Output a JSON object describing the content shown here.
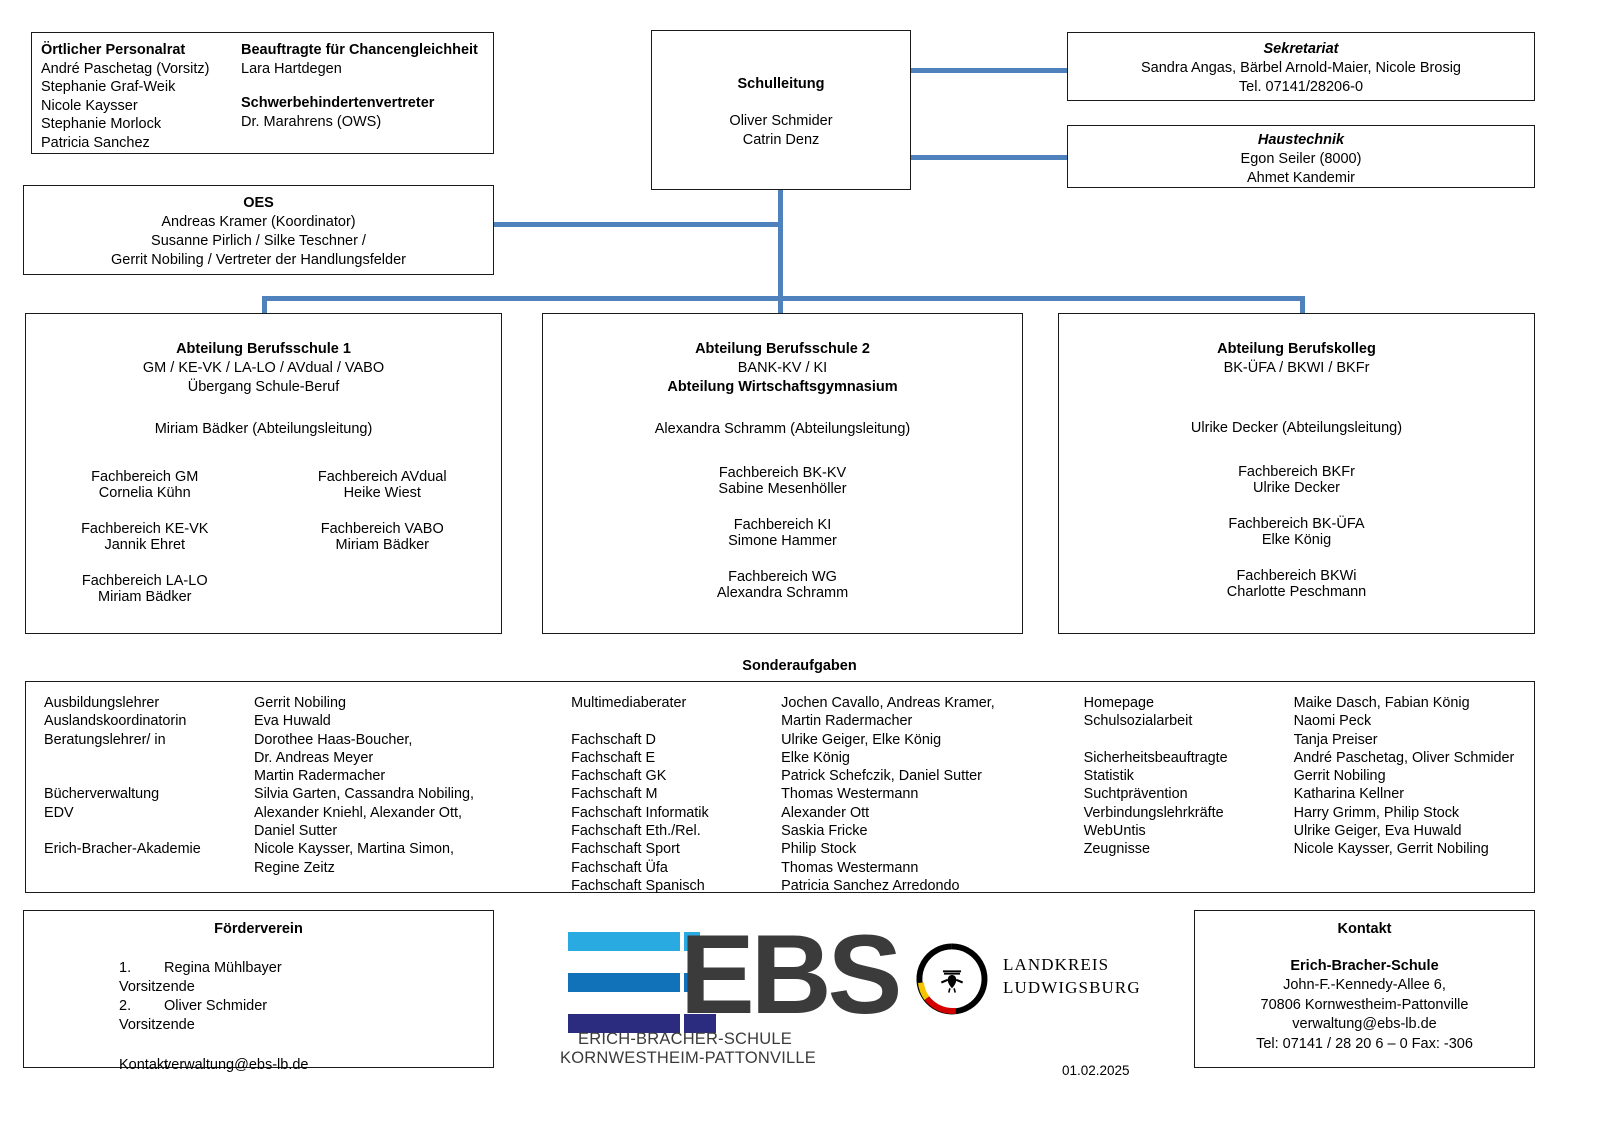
{
  "personalrat": {
    "col1_title": "Örtlicher Personalrat",
    "col1_members": [
      "André Paschetag (Vorsitz)",
      "Stephanie Graf-Weik",
      "Nicole Kaysser",
      "Stephanie Morlock",
      "Patricia Sanchez"
    ],
    "col2_title_a": "Beauftragte für Chancengleichheit",
    "col2_members_a": [
      "Lara Hartdegen"
    ],
    "col2_title_b": "Schwerbehindertenvertreter",
    "col2_members_b": [
      "Dr. Marahrens (OWS)"
    ]
  },
  "oes": {
    "title": "OES",
    "lines": [
      "Andreas Kramer (Koordinator)",
      "Susanne Pirlich / Silke Teschner /",
      "Gerrit Nobiling / Vertreter der Handlungsfelder"
    ]
  },
  "schulleitung": {
    "title": "Schulleitung",
    "people": [
      "Oliver Schmider",
      "Catrin Denz"
    ]
  },
  "sekretariat": {
    "title": "Sekretariat",
    "people": "Sandra Angas, Bärbel Arnold-Maier, Nicole Brosig",
    "phone": "Tel. 07141/28206-0"
  },
  "haustechnik": {
    "title": "Haustechnik",
    "people": [
      "Egon Seiler (8000)",
      "Ahmet Kandemir"
    ]
  },
  "abteilung1": {
    "title": "Abteilung Berufsschule 1",
    "sub1": "GM / KE-VK / LA-LO / AVdual / VABO",
    "sub2": "Übergang Schule-Beruf",
    "lead": "Miriam Bädker (Abteilungsleitung)",
    "left_fields": [
      {
        "name": "Fachbereich GM",
        "person": "Cornelia Kühn"
      },
      {
        "name": "Fachbereich KE-VK",
        "person": "Jannik Ehret"
      },
      {
        "name": "Fachbereich LA-LO",
        "person": "Miriam Bädker"
      }
    ],
    "right_fields": [
      {
        "name": "Fachbereich AVdual",
        "person": "Heike Wiest"
      },
      {
        "name": "Fachbereich VABO",
        "person": "Miriam Bädker"
      }
    ]
  },
  "abteilung2": {
    "title": "Abteilung Berufsschule 2",
    "sub1": "BANK-KV / KI",
    "sub2": "Abteilung Wirtschaftsgymnasium",
    "lead": "Alexandra Schramm (Abteilungsleitung)",
    "fields": [
      {
        "name": "Fachbereich BK-KV",
        "person": "Sabine Mesenhöller"
      },
      {
        "name": "Fachbereich KI",
        "person": "Simone Hammer"
      },
      {
        "name": "Fachbereich WG",
        "person": "Alexandra Schramm"
      }
    ]
  },
  "abteilung3": {
    "title": "Abteilung Berufskolleg",
    "sub1": "BK-ÜFA / BKWI / BKFr",
    "lead": "Ulrike Decker (Abteilungsleitung)",
    "fields": [
      {
        "name": "Fachbereich BKFr",
        "person": "Ulrike Decker"
      },
      {
        "name": "Fachbereich BK-ÜFA",
        "person": "Elke König"
      },
      {
        "name": "Fachbereich BKWi",
        "person": "Charlotte Peschmann"
      }
    ]
  },
  "sonderaufgaben": {
    "title": "Sonderaufgaben",
    "column1": [
      {
        "label": "Ausbildungslehrer",
        "value": "Gerrit Nobiling"
      },
      {
        "label": "Auslandskoordinatorin",
        "value": "Eva Huwald"
      },
      {
        "label": "Beratungslehrer/ in",
        "value": "Dorothee Haas-Boucher,"
      },
      {
        "label": "",
        "value": "Dr. Andreas Meyer"
      },
      {
        "label": "",
        "value": "Martin Radermacher"
      },
      {
        "label": "Bücherverwaltung",
        "value": "Silvia Garten, Cassandra Nobiling,"
      },
      {
        "label": "EDV",
        "value": "Alexander Kniehl, Alexander Ott,"
      },
      {
        "label": "",
        "value": "Daniel Sutter"
      },
      {
        "label": "Erich-Bracher-Akademie",
        "value": "Nicole Kaysser, Martina Simon,"
      },
      {
        "label": "",
        "value": "Regine Zeitz"
      }
    ],
    "column2": [
      {
        "label": "Multimediaberater",
        "value": "Jochen Cavallo, Andreas Kramer,"
      },
      {
        "label": "",
        "value": "Martin Radermacher"
      },
      {
        "label": "Fachschaft D",
        "value": "Ulrike Geiger, Elke König"
      },
      {
        "label": "Fachschaft E",
        "value": "Elke König"
      },
      {
        "label": "Fachschaft GK",
        "value": "Patrick Schefczik, Daniel Sutter"
      },
      {
        "label": "Fachschaft M",
        "value": "Thomas Westermann"
      },
      {
        "label": "Fachschaft Informatik",
        "value": "Alexander Ott"
      },
      {
        "label": "Fachschaft Eth./Rel.",
        "value": "Saskia Fricke"
      },
      {
        "label": "Fachschaft Sport",
        "value": "Philip Stock"
      },
      {
        "label": "Fachschaft Üfa",
        "value": "Thomas Westermann"
      },
      {
        "label": "Fachschaft Spanisch",
        "value": "Patricia Sanchez Arredondo"
      }
    ],
    "column3": [
      {
        "label": "Homepage",
        "value": "Maike Dasch, Fabian König"
      },
      {
        "label": "Schulsozialarbeit",
        "value": "Naomi Peck"
      },
      {
        "label": "",
        "value": "Tanja Preiser"
      },
      {
        "label": "Sicherheitsbeauftragte",
        "value": "André Paschetag, Oliver Schmider"
      },
      {
        "label": "Statistik",
        "value": "Gerrit Nobiling"
      },
      {
        "label": "Suchtprävention",
        "value": "Katharina Kellner"
      },
      {
        "label": "Verbindungslehrkräfte",
        "value": "Harry Grimm, Philip Stock"
      },
      {
        "label": "WebUntis",
        "value": "Ulrike Geiger, Eva Huwald"
      },
      {
        "label": "Zeugnisse",
        "value": "Nicole Kaysser, Gerrit Nobiling"
      }
    ]
  },
  "foerderverein": {
    "title": "Förderverein",
    "rows": [
      {
        "key": "1. Vorsitzende",
        "value": "Regina Mühlbayer"
      },
      {
        "key": "2. Vorsitzende",
        "value": "Oliver Schmider"
      }
    ],
    "contact_key": "Kontakt",
    "contact_value": "verwaltung@ebs-lb.de"
  },
  "kontakt": {
    "title": "Kontakt",
    "school": "Erich-Bracher-Schule",
    "street": "John-F.-Kennedy-Allee 6,",
    "city": "70806 Kornwestheim-Pattonville",
    "email": "verwaltung@ebs-lb.de",
    "phone": "Tel: 07141 / 28 20 6 – 0     Fax: -306"
  },
  "logos": {
    "ebs_mark": "EBS",
    "ebs_line1": "ERICH-BRACHER-SCHULE",
    "ebs_line2": "KORNWESTHEIM-PATTONVILLE",
    "landkreis_line1": "LANDKREIS",
    "landkreis_line2": "LUDWIGSBURG"
  },
  "date": "01.02.2025",
  "colors": {
    "connector": "#4f81bd",
    "border": "#1a1a1a",
    "ebs_light_blue": "#29abe2",
    "ebs_mid_blue": "#1172ba",
    "ebs_navy": "#2b2b80",
    "ebs_dark": "#3b3b3b"
  }
}
